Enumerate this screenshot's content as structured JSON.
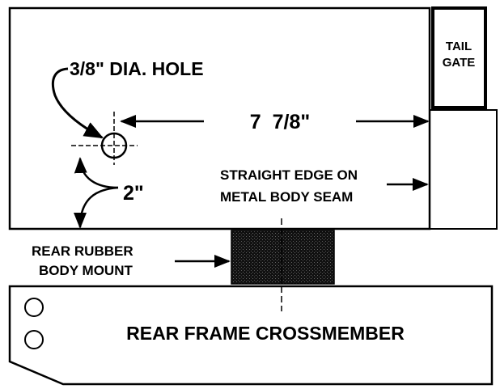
{
  "labels": {
    "hole": "3/8\" DIA. HOLE",
    "width_dim": "7  7/8\"",
    "height_dim": "2\"",
    "straight_edge_line1": "STRAIGHT EDGE ON",
    "straight_edge_line2": "METAL BODY SEAM",
    "mount_line1": "REAR RUBBER",
    "mount_line2": "BODY MOUNT",
    "tailgate_line1": "TAIL",
    "tailgate_line2": "GATE",
    "crossmember": "REAR FRAME CROSSMEMBER"
  },
  "colors": {
    "ink": "#000000",
    "mount_fill": "#1a1a1a",
    "background": "#ffffff"
  }
}
